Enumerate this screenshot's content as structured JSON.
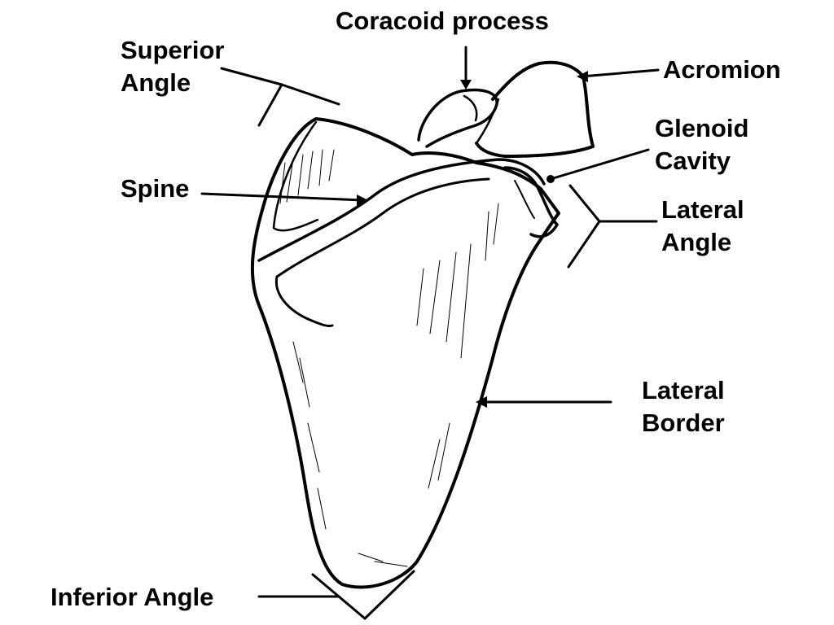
{
  "diagram": {
    "labels": {
      "coracoid_process": "Coracoid process",
      "superior_angle": [
        "Superior",
        "Angle"
      ],
      "acromion": "Acromion",
      "glenoid_cavity": [
        "Glenoid",
        "Cavity"
      ],
      "spine": "Spine",
      "lateral_angle": [
        "Lateral",
        "Angle"
      ],
      "lateral_border": [
        "Lateral",
        "Border"
      ],
      "inferior_angle": "Inferior Angle"
    }
  },
  "colors": {
    "ink": "#000000",
    "paper": "#ffffff"
  }
}
